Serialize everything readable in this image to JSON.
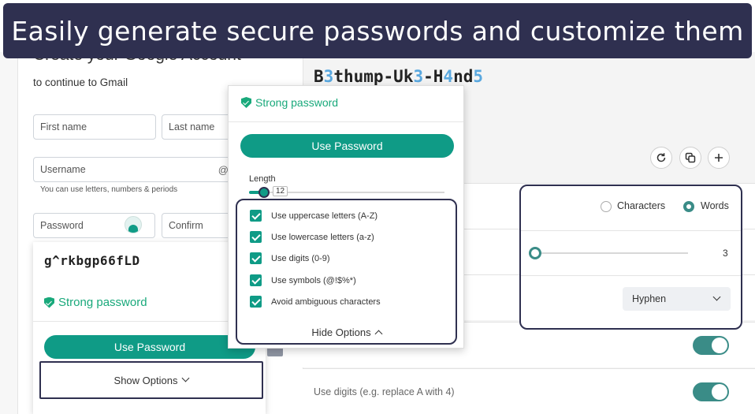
{
  "banner": {
    "title": "Easily generate secure passwords and customize them"
  },
  "google_form": {
    "heading": "Create your Google Account",
    "subheading": "to continue to Gmail",
    "first_name_placeholder": "First name",
    "last_name_placeholder": "Last name",
    "username_placeholder": "Username",
    "username_suffix": "@",
    "username_hint": "You can use letters, numbers & periods",
    "password_placeholder": "Password",
    "confirm_placeholder": "Confirm"
  },
  "left_dropdown": {
    "generated_password": "g^rkbgp66fLD",
    "strength_label": "Strong password",
    "use_button": "Use Password",
    "show_options": "Show Options"
  },
  "popup": {
    "strength_label": "Strong password",
    "use_button": "Use Password",
    "length_label": "Length",
    "length_value": "12",
    "length_fraction": 0.05,
    "options": [
      {
        "label": "Use uppercase letters (A-Z)",
        "checked": true
      },
      {
        "label": "Use lowercase letters (a-z)",
        "checked": true
      },
      {
        "label": "Use digits (0-9)",
        "checked": true
      },
      {
        "label": "Use symbols (@!$%*)",
        "checked": true
      },
      {
        "label": "Avoid ambiguous characters",
        "checked": true
      }
    ],
    "hide_options": "Hide Options"
  },
  "right_panel": {
    "password_parts": [
      {
        "text": "B",
        "digit": false
      },
      {
        "text": "3",
        "digit": true
      },
      {
        "text": "thump-Uk",
        "digit": false
      },
      {
        "text": "3",
        "digit": true
      },
      {
        "text": "-H",
        "digit": false
      },
      {
        "text": "4",
        "digit": true
      },
      {
        "text": "nd",
        "digit": false
      },
      {
        "text": "5",
        "digit": true
      }
    ],
    "icons": [
      "refresh-icon",
      "copy-icon",
      "plus-icon"
    ],
    "mode_options": [
      {
        "label": "Characters",
        "selected": false
      },
      {
        "label": "Words",
        "selected": true
      }
    ],
    "word_count": "3",
    "separator": "Hyphen",
    "digits_row_label": "Use digits (e.g. replace A with 4)",
    "toggles": [
      true,
      true
    ]
  },
  "colors": {
    "banner": "#2f3050",
    "accent": "#0f9b86",
    "strong": "#19a97b",
    "toggle": "#3a8c87",
    "digit_highlight": "#5aa8df"
  }
}
